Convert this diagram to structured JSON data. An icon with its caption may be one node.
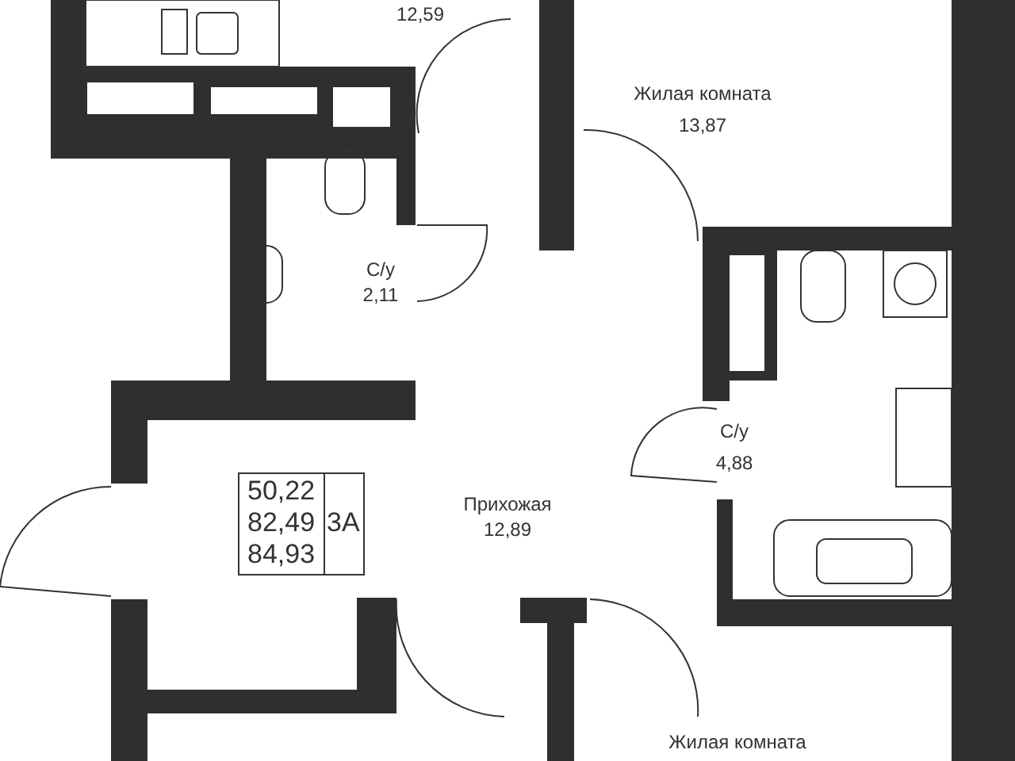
{
  "diagram": {
    "labels": [
      "12,59",
      "Жилая комната",
      "13,87",
      "С/у",
      "2,11",
      "С/у",
      "4,88",
      "50,22",
      "82,49",
      "84,93",
      "3А",
      "Прихожая",
      "12,89",
      "Жилая комната"
    ]
  }
}
